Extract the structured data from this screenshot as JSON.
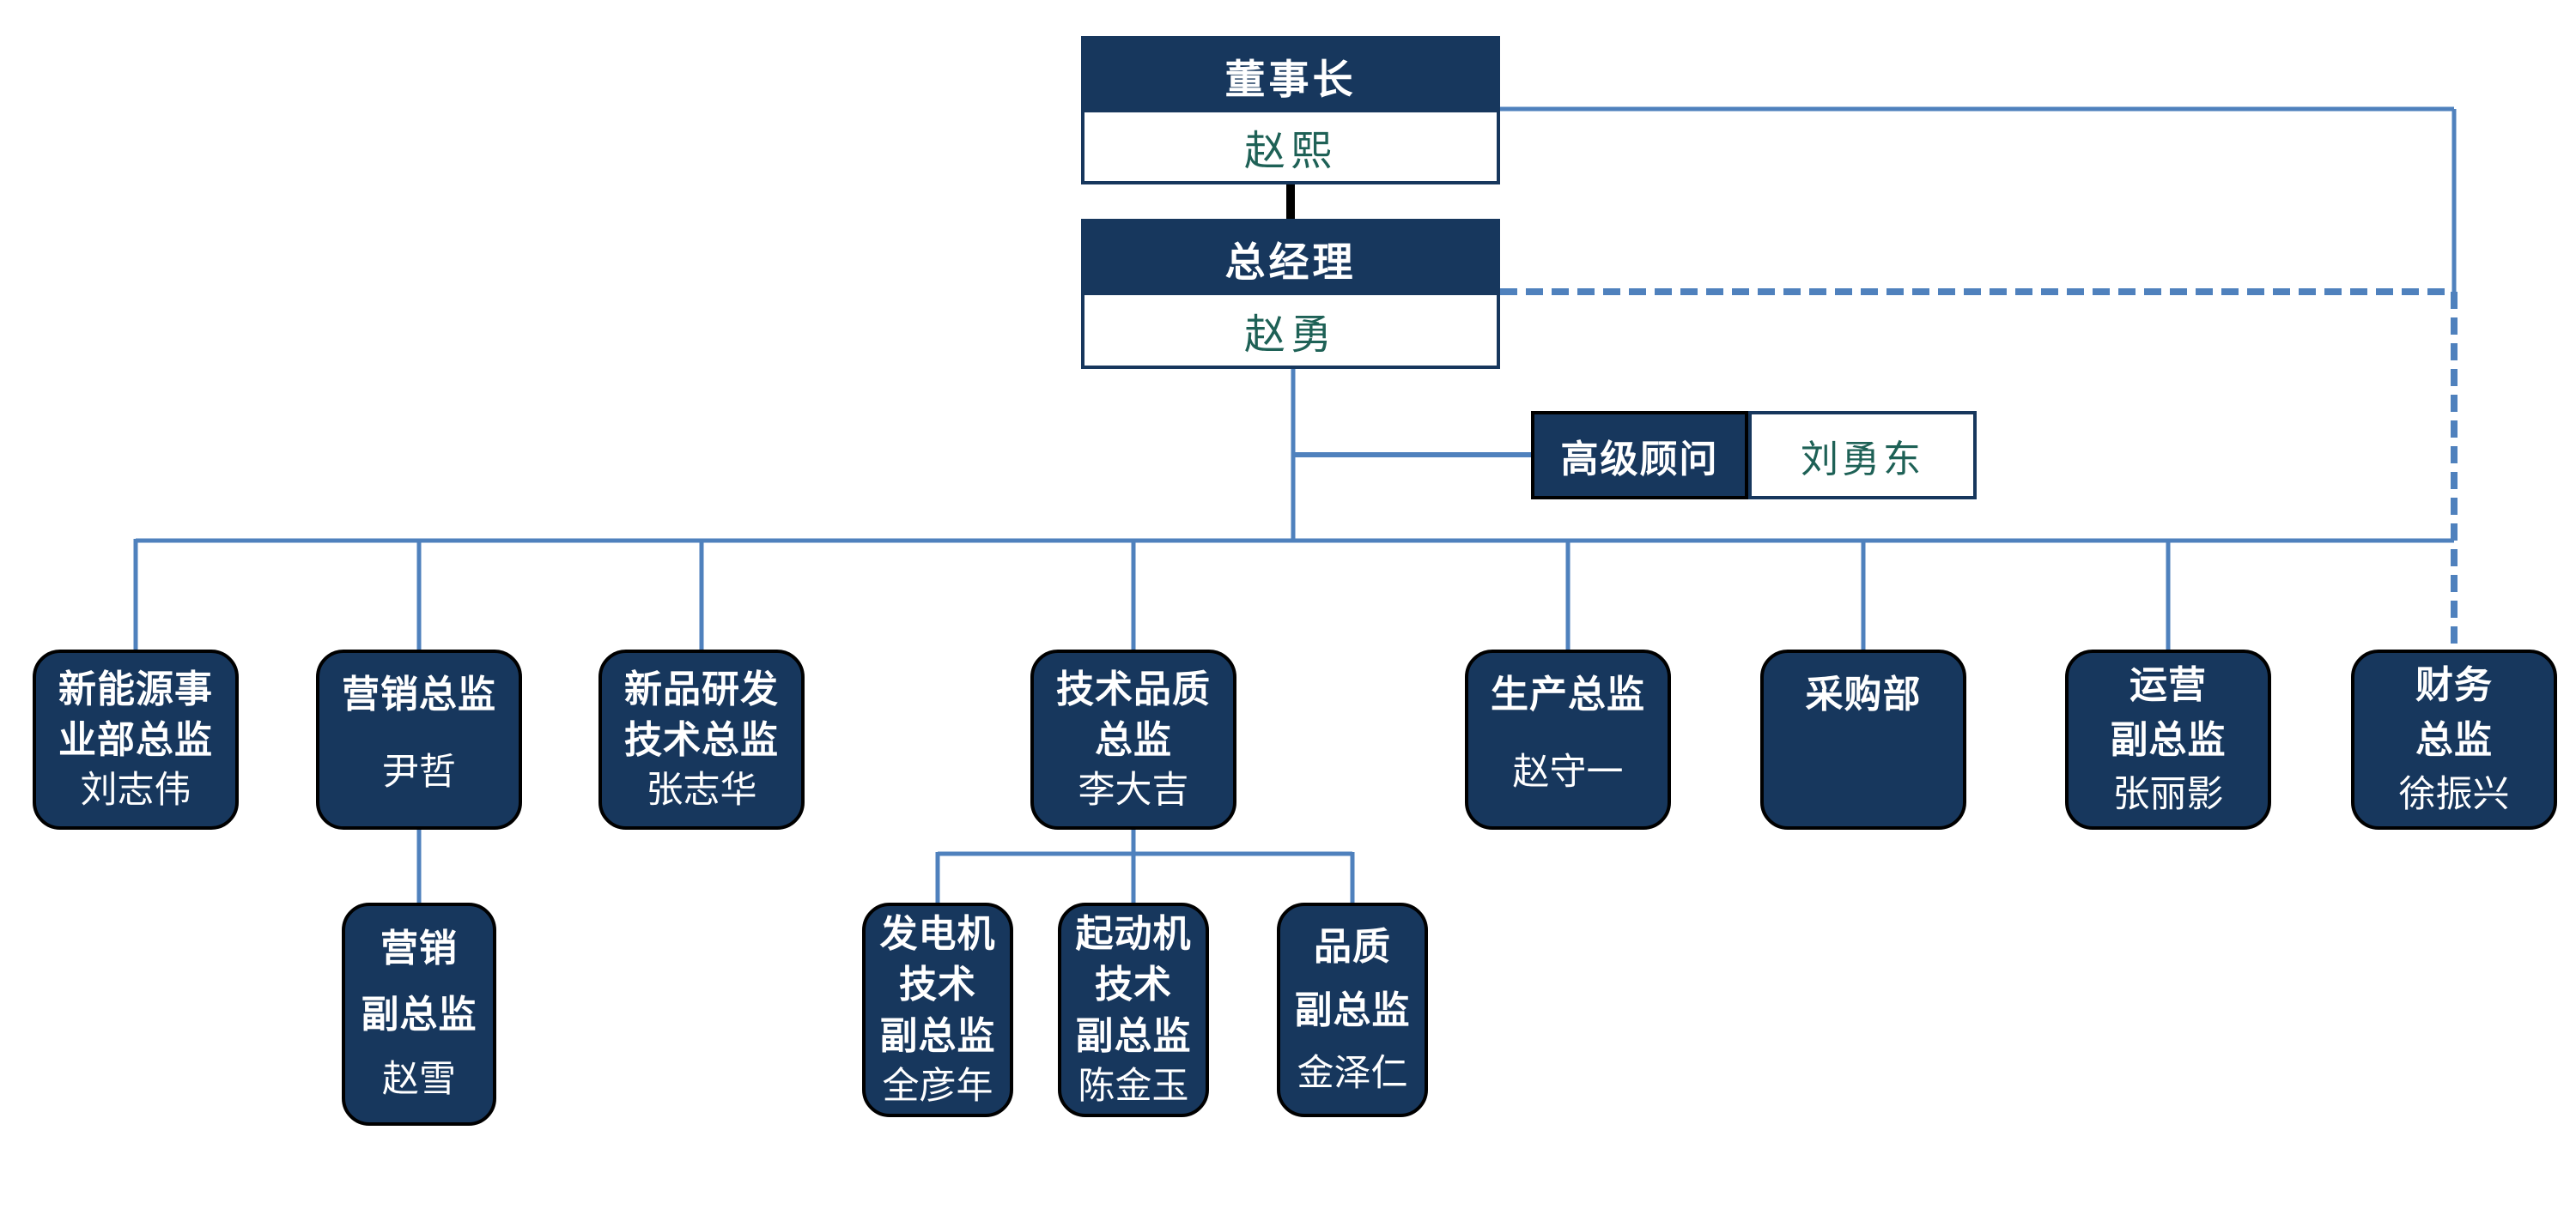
{
  "colors": {
    "node_navy": "#17375D",
    "connector_blue": "#4F81BD",
    "name_teal": "#1E6156",
    "node_border_black": "#000000",
    "background": "#FFFFFF"
  },
  "chairman": {
    "title": "董事长",
    "name": "赵熙"
  },
  "general_manager": {
    "title": "总经理",
    "name": "赵勇"
  },
  "senior_advisor": {
    "title": "高级顾问",
    "name": "刘勇东"
  },
  "departments": [
    {
      "title_lines": [
        "新能源事",
        "业部总监"
      ],
      "name": "刘志伟"
    },
    {
      "title_lines": [
        "营销总监"
      ],
      "name": "尹哲"
    },
    {
      "title_lines": [
        "新品研发",
        "技术总监"
      ],
      "name": "张志华"
    },
    {
      "title_lines": [
        "技术品质",
        "总监"
      ],
      "name": "李大吉"
    },
    {
      "title_lines": [
        "生产总监"
      ],
      "name": "赵守一"
    },
    {
      "title_lines": [
        "采购部"
      ]
    },
    {
      "title_lines": [
        "运营",
        "副总监"
      ],
      "name": "张丽影"
    },
    {
      "title_lines": [
        "财务",
        "总监"
      ],
      "name": "徐振兴"
    }
  ],
  "sub_departments": [
    {
      "title_lines": [
        "营销",
        "副总监"
      ],
      "name": "赵雪"
    },
    {
      "title_lines": [
        "发电机",
        "技术",
        "副总监"
      ],
      "name": "全彦年"
    },
    {
      "title_lines": [
        "起动机",
        "技术",
        "副总监"
      ],
      "name": "陈金玉"
    },
    {
      "title_lines": [
        "品质",
        "副总监"
      ],
      "name": "金泽仁"
    }
  ]
}
